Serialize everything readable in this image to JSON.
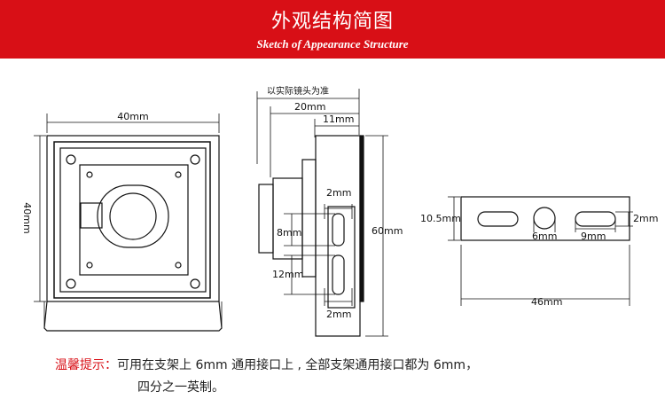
{
  "header": {
    "title": "外观结构简图",
    "subtitle": "Sketch of Appearance Structure"
  },
  "front_view": {
    "width_label": "40mm",
    "height_label": "40mm"
  },
  "side_view": {
    "lens_note": "以实际镜头为准",
    "depth_label": "20mm",
    "bracket_label": "11mm",
    "slot_width_top": "2mm",
    "slot_length": "8mm",
    "slot_spacing": "12mm",
    "slot_width_bottom": "2mm",
    "height_label": "60mm"
  },
  "bracket_view": {
    "height_label": "10.5mm",
    "hole_label": "6mm",
    "slot_length": "9mm",
    "slot_width": "2mm",
    "length_label": "46mm"
  },
  "note": {
    "label": "温馨提示：",
    "line1": "可用在支架上 6mm 通用接口上 , 全部支架通用接口都为 6mm，",
    "line2": "四分之一英制。"
  },
  "colors": {
    "banner": "#d80f16",
    "note_label": "#d80f16"
  }
}
